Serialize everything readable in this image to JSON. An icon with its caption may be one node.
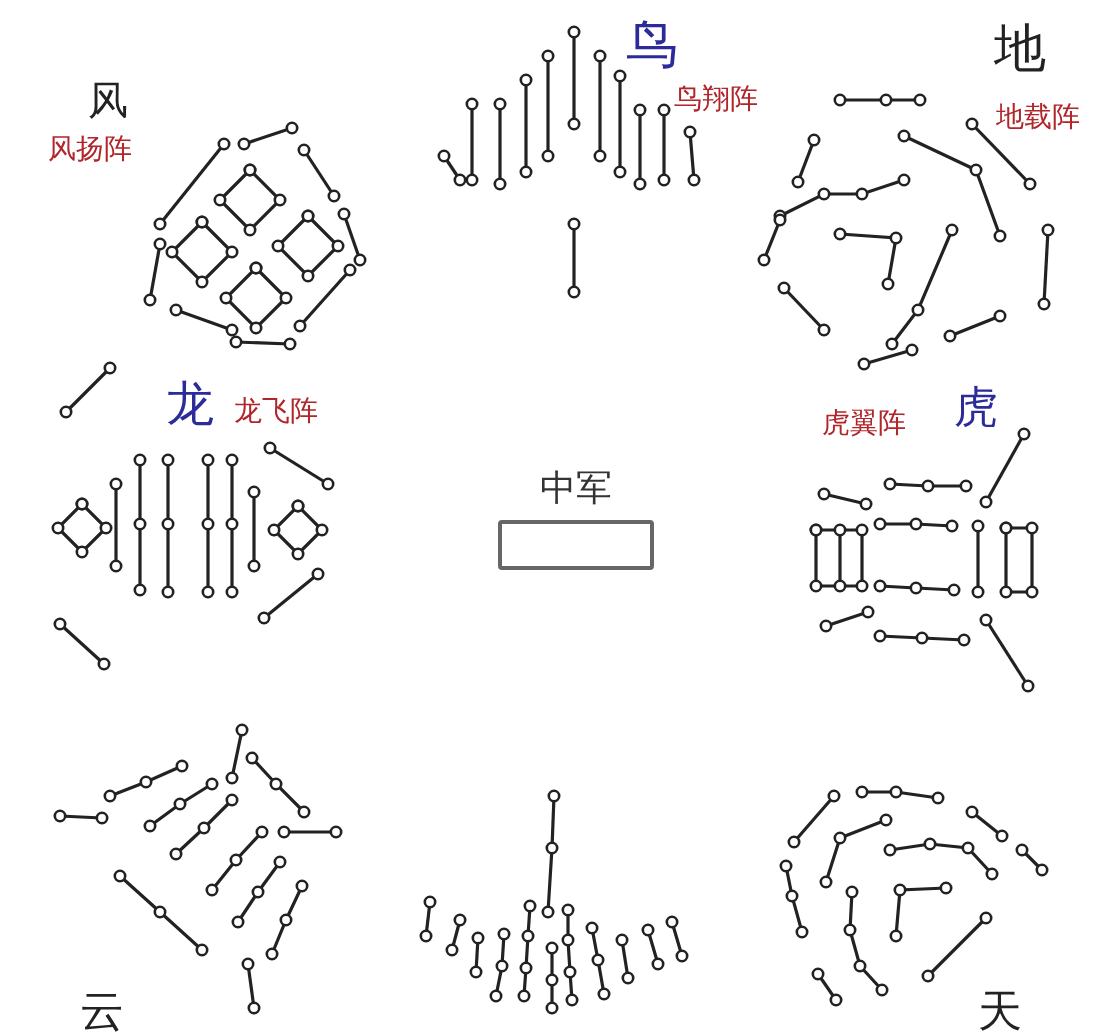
{
  "diagram": {
    "nodes": [
      {
        "text": [
          "中军"
        ]
      }
    ],
    "labels": [
      "风",
      "风扬阵",
      "鸟",
      "鸟翔阵",
      "地",
      "地载阵",
      "龙",
      "龙飞阵",
      "虎翼阵",
      "虎",
      "云",
      "天"
    ]
  }
}
